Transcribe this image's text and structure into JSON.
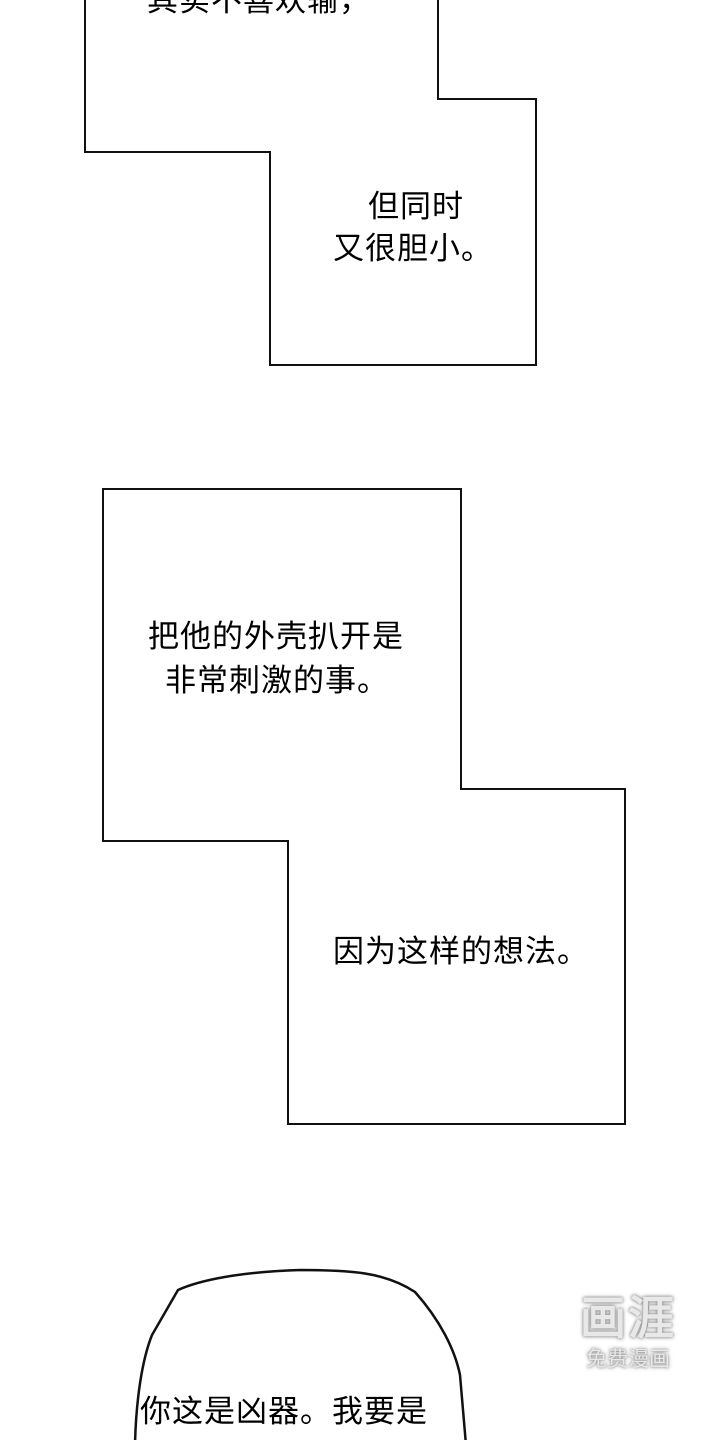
{
  "panel1": {
    "top_text": "其实不喜欢输，",
    "line1": "但同时",
    "line2": "又很胆小。"
  },
  "panel2": {
    "line1": "把他的外壳扒开是",
    "line2": "非常刺激的事。",
    "line3": "因为这样的想法。"
  },
  "bubble": {
    "line1": "你这是凶器。我要是"
  },
  "watermark": {
    "logo": "画涯",
    "tagline": "免费漫画"
  }
}
